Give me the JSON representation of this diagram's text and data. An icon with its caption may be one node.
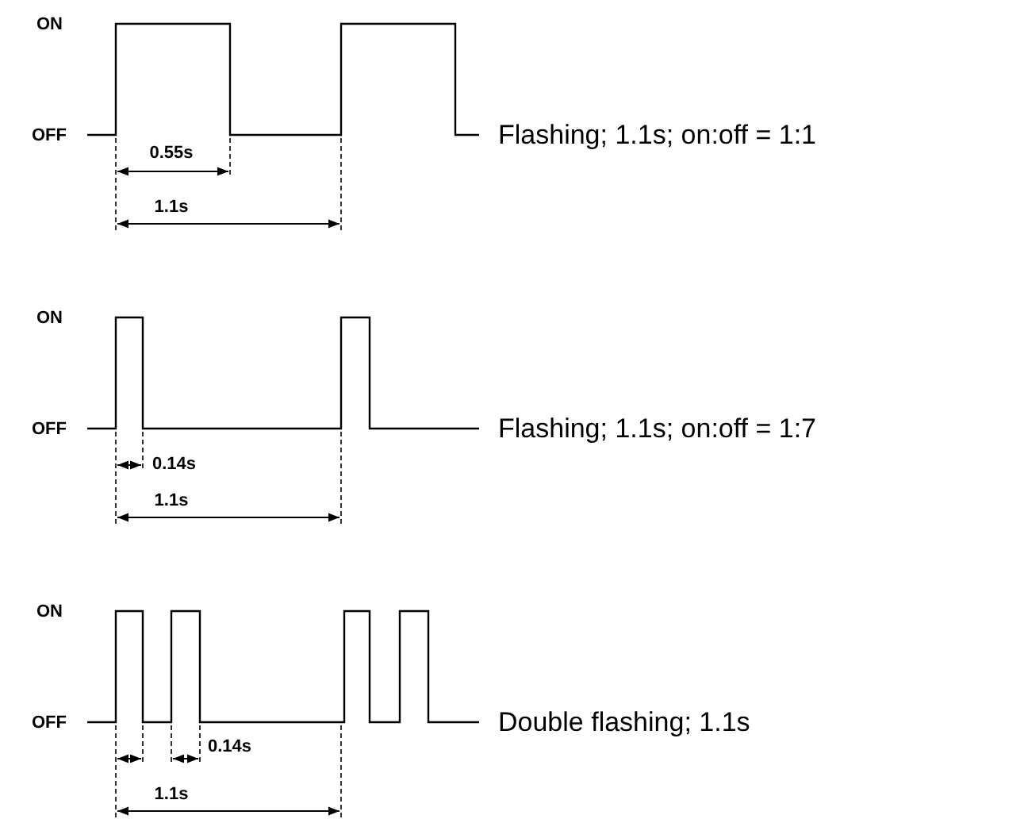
{
  "diagram": {
    "labels": [
      "ON",
      "OFF",
      "Flashing; 1.1s; on:off = 1:1",
      "0.55s",
      "1.1s",
      "ON",
      "OFF",
      "Flashing; 1.1s; on:off = 1:7",
      "0.14s",
      "1.1s",
      "ON",
      "OFF",
      "Double flashing; 1.1s",
      "0.14s",
      "1.1s"
    ]
  }
}
